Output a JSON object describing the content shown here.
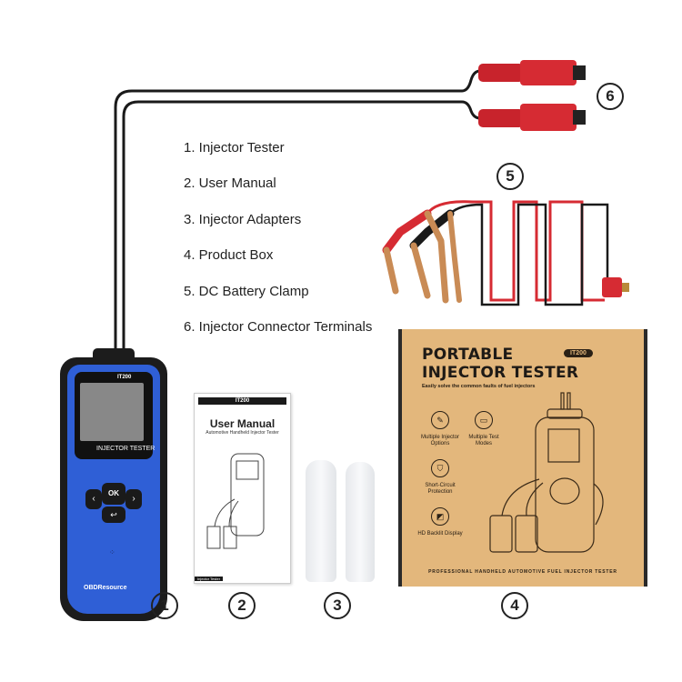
{
  "components_list": [
    {
      "number": "1",
      "label": "1. Injector Tester"
    },
    {
      "number": "2",
      "label": "2. User Manual"
    },
    {
      "number": "3",
      "label": "3. Injector Adapters"
    },
    {
      "number": "4",
      "label": "4. Product Box"
    },
    {
      "number": "5",
      "label": "5. DC Battery Clamp"
    },
    {
      "number": "6",
      "label": "6. Injector Connector Terminals"
    }
  ],
  "markers": {
    "m1": "1",
    "m2": "2",
    "m3": "3",
    "m4": "4",
    "m5": "5",
    "m6": "6"
  },
  "device": {
    "model": "IT200",
    "screen_label": "INJECTOR TESTER",
    "ok_button": "OK",
    "brand": "OBDResource",
    "body_color": "#2f5fd6"
  },
  "manual": {
    "model": "IT200",
    "title": "User Manual",
    "subtitle": "Automotive Handheld Injector Tester",
    "footer": "Injector Tester"
  },
  "box": {
    "title_line1": "PORTABLE",
    "title_line2": "INJECTOR TESTER",
    "model_badge": "IT200",
    "tagline": "Easily solve the common faults of fuel injectors",
    "features": [
      {
        "icon": "injector-icon",
        "label": "Multiple Injector Options"
      },
      {
        "icon": "monitor-icon",
        "label": "Multiple Test Modes"
      },
      {
        "icon": "shield-icon",
        "label": "Short-Circuit Protection"
      },
      {
        "icon": "display-icon",
        "label": "HD Backlit Display"
      }
    ],
    "footer": "PROFESSIONAL HANDHELD AUTOMOTIVE FUEL INJECTOR TESTER",
    "color": "#e3b77c"
  }
}
